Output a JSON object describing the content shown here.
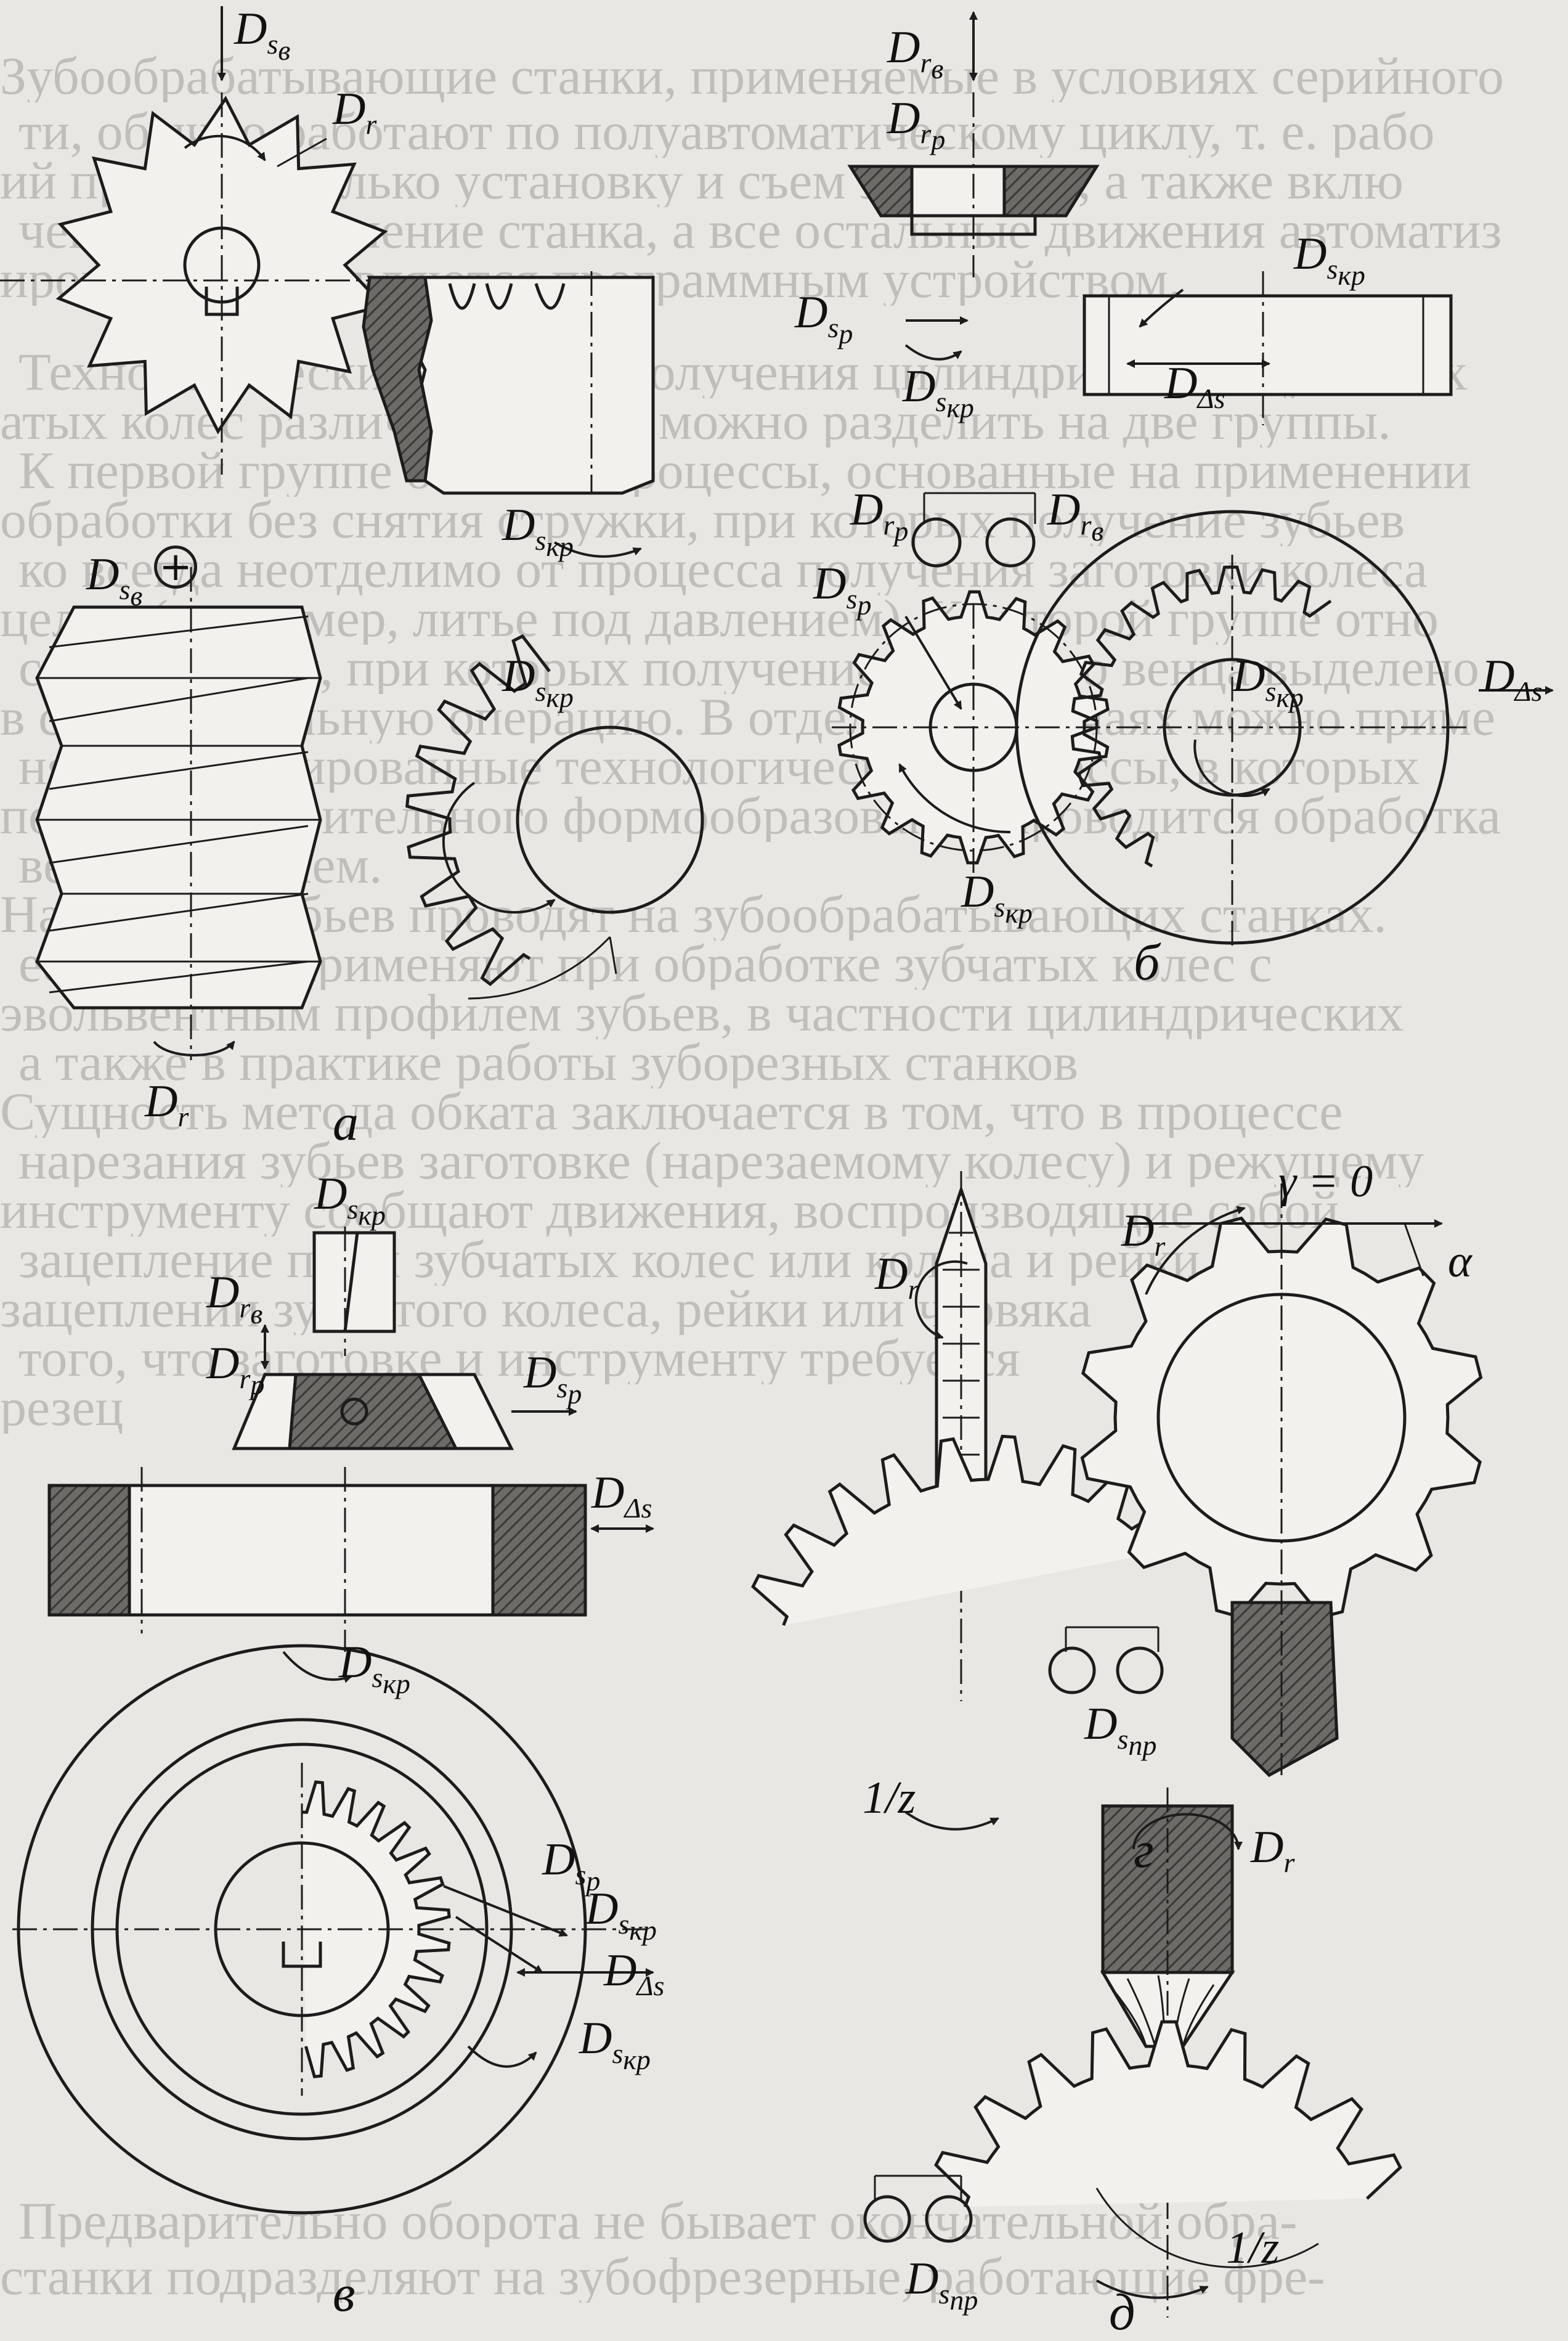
{
  "background_text": [
    "Зубообрабатывающие станки, применяемые в условиях серийного",
    "ти, обычно работают по полуавтоматическому циклу, т. е. рабо",
    "ий проводит только установку и съем заготовки, а также вклю",
    "чение и выключение станка, а все остальные движения автоматиз",
    "ированы и управляются программным устройством.",
    "Технологический процесс получения цилиндрических зубчатых",
    "атых колес различных видов можно разделить на две группы.",
    "К первой группе отнесем процессы, основанные на применении",
    "обработки без снятия стружки, при которых получение зубьев",
    "ко всегда неотделимо от процесса получения заготовки колеса",
    "целом (например, литье под давлением). Ко второй группе отно",
    "сят процессы, при которых получение зубчатого венца выделено",
    "в самостоятельную операцию. В отдельных случаях можно приме",
    "нять комбинированные технологические процессы, в которых",
    "после предварительного формообразования проводится обработка",
    "венца резанием.",
    "Нарезание зубьев проводят на зубообрабатывающих станках.",
    "ее, которые применяют при обработке зубчатых колес с",
    "эвольвентным профилем зубьев, в частности цилиндрических",
    "а также в практике работы зуборезных станков",
    "Сущность метода обката заключается в том, что в процессе",
    "нарезания зубьев заготовке (нарезаемому колесу) и режущему",
    "инструменту сообщают движения, воспроизводящие собой",
    "зацепление пары зубчатых колес или колеса и рейки",
    "зацеплении зубчатого колеса, рейки или червяка",
    "того, что заготовке и инструменту требуется",
    "резец",
    "Предварительно  оборота  не  бывает  окончательной  обра-",
    "станки подразделяют на зубофрезерные, работающие фре-"
  ],
  "labels": {
    "a_Ds_top": {
      "main": "D",
      "sub": "s",
      "sub2": "в"
    },
    "a_Dr_top": {
      "main": "D",
      "sub": "r"
    },
    "a_Dskr_mid": {
      "main": "D",
      "sub": "s",
      "sub2": "кр"
    },
    "a_Ds_hob": {
      "main": "D",
      "sub": "s",
      "sub2": "в"
    },
    "a_Dskr_gear": {
      "main": "D",
      "sub": "s",
      "sub2": "кр"
    },
    "a_Dr_bottom": {
      "main": "D",
      "sub": "r"
    },
    "b_Drv": {
      "main": "D",
      "sub": "r",
      "sub2": "в"
    },
    "b_Drp": {
      "main": "D",
      "sub": "r",
      "sub2": "р"
    },
    "b_Dskr1": {
      "main": "D",
      "sub": "s",
      "sub2": "кр"
    },
    "b_Dsp1": {
      "main": "D",
      "sub": "s",
      "sub2": "р"
    },
    "b_Dskr2": {
      "main": "D",
      "sub": "s",
      "sub2": "кр"
    },
    "b_Ddelta1": {
      "main": "D",
      "sub": "Δs"
    },
    "b_Drp2": {
      "main": "D",
      "sub": "r",
      "sub2": "р"
    },
    "b_Drv2": {
      "main": "D",
      "sub": "r",
      "sub2": "в"
    },
    "b_Dsp2": {
      "main": "D",
      "sub": "s",
      "sub2": "р"
    },
    "b_Ddelta2": {
      "main": "D",
      "sub": "Δs"
    },
    "b_Dskr3": {
      "main": "D",
      "sub": "s",
      "sub2": "кр"
    },
    "b_Dskr4": {
      "main": "D",
      "sub": "s",
      "sub2": "кр"
    },
    "v_Dskr_top": {
      "main": "D",
      "sub": "s",
      "sub2": "кр"
    },
    "v_Drv": {
      "main": "D",
      "sub": "r",
      "sub2": "в"
    },
    "v_Drp": {
      "main": "D",
      "sub": "r",
      "sub2": "р"
    },
    "v_Dsp": {
      "main": "D",
      "sub": "s",
      "sub2": "р"
    },
    "v_Ddelta": {
      "main": "D",
      "sub": "Δs"
    },
    "v_Dskr_low": {
      "main": "D",
      "sub": "s",
      "sub2": "кр"
    },
    "v_Dsp2": {
      "main": "D",
      "sub": "s",
      "sub2": "р"
    },
    "v_Dskr2": {
      "main": "D",
      "sub": "s",
      "sub2": "кр"
    },
    "v_Ddelta2": {
      "main": "D",
      "sub": "Δs"
    },
    "v_Dskr3": {
      "main": "D",
      "sub": "s",
      "sub2": "кр"
    },
    "g_gamma": {
      "main": "γ = 0"
    },
    "g_Dr1": {
      "main": "D",
      "sub": "r"
    },
    "g_alpha": {
      "main": "α"
    },
    "g_Dr2": {
      "main": "D",
      "sub": "r"
    },
    "g_Dspr": {
      "main": "D",
      "sub": "s",
      "sub2": "пр"
    },
    "g_1z": {
      "main": "1/z"
    },
    "d_Dr": {
      "main": "D",
      "sub": "r"
    },
    "d_Dspr": {
      "main": "D",
      "sub": "s",
      "sub2": "пр"
    },
    "d_1z": {
      "main": "1/z"
    }
  },
  "captions": {
    "a": "а",
    "b": "б",
    "v": "в",
    "g": "г",
    "d": "д"
  },
  "symbols": {
    "plus": "+",
    "dot": "·"
  }
}
